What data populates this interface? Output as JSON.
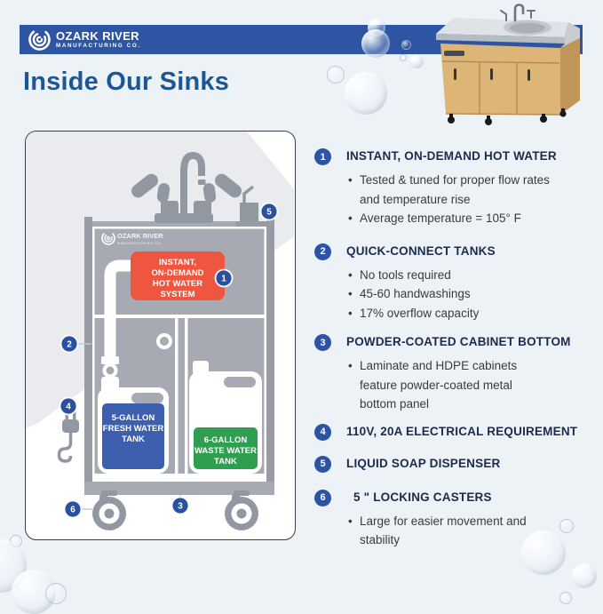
{
  "banner": {
    "logo_line1": "OZARK RIVER",
    "logo_line2": "MANUFACTURING CO."
  },
  "page_title": "Inside Our Sinks",
  "colors": {
    "banner_blue": "#2d55a4",
    "badge_blue": "#2b54a4",
    "heater_orange": "#ee5640",
    "fresh_tank_blue": "#3c60ae",
    "waste_tank_green": "#2f9e4e",
    "cabinet_gray": "#a7aab2",
    "title_blue": "#1d5694"
  },
  "diagram": {
    "watermark": {
      "line1": "OZARK RIVER",
      "line2": "MANUFACTURING CO."
    },
    "heater_label": [
      "INSTANT,",
      "ON-DEMAND",
      "HOT WATER",
      "SYSTEM"
    ],
    "fresh_tank_label": [
      "5-GALLON",
      "FRESH WATER",
      "TANK"
    ],
    "waste_tank_label": [
      "6-GALLON",
      "WASTE WATER",
      "TANK"
    ],
    "markers": [
      "1",
      "2",
      "3",
      "4",
      "5",
      "6"
    ]
  },
  "features": [
    {
      "num": "1",
      "title": "INSTANT, ON-DEMAND HOT WATER",
      "bullets": [
        "Tested & tuned for proper flow rates and temperature rise",
        "Average temperature = 105° F"
      ]
    },
    {
      "num": "2",
      "title": "QUICK-CONNECT TANKS",
      "bullets": [
        "No tools required",
        "45-60 handwashings",
        "17% overflow capacity"
      ]
    },
    {
      "num": "3",
      "title": "POWDER-COATED CABINET BOTTOM",
      "bullets": [
        "Laminate and HDPE cabinets feature powder-coated metal bottom panel"
      ]
    },
    {
      "num": "4",
      "title": "110V, 20A ELECTRICAL REQUIREMENT",
      "bullets": []
    },
    {
      "num": "5",
      "title": "LIQUID SOAP DISPENSER",
      "bullets": []
    },
    {
      "num": "6",
      "title": "5 \" LOCKING CASTERS",
      "bullets": [
        "Large for easier movement and stability"
      ]
    }
  ]
}
